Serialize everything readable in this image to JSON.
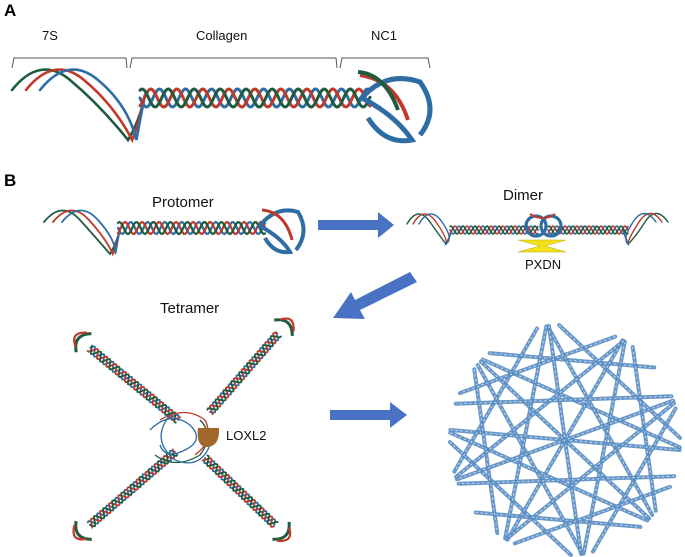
{
  "panels": {
    "a": {
      "letter": "A",
      "regions": [
        "7S",
        "Collagen",
        "NC1"
      ]
    },
    "b": {
      "letter": "B",
      "labels": {
        "protomer": "Protomer",
        "dimer": "Dimer",
        "pxdn": "PXDN",
        "tetramer": "Tetramer",
        "loxl2": "LOXL2"
      }
    }
  },
  "colors": {
    "strand_red": "#c0392b",
    "strand_blue": "#2e6da4",
    "strand_green": "#1f5b3e",
    "arrow": "#4a72c4",
    "pxdn": "#f2e11b",
    "loxl2": "#a0662a",
    "network": "#5a8fc4"
  }
}
